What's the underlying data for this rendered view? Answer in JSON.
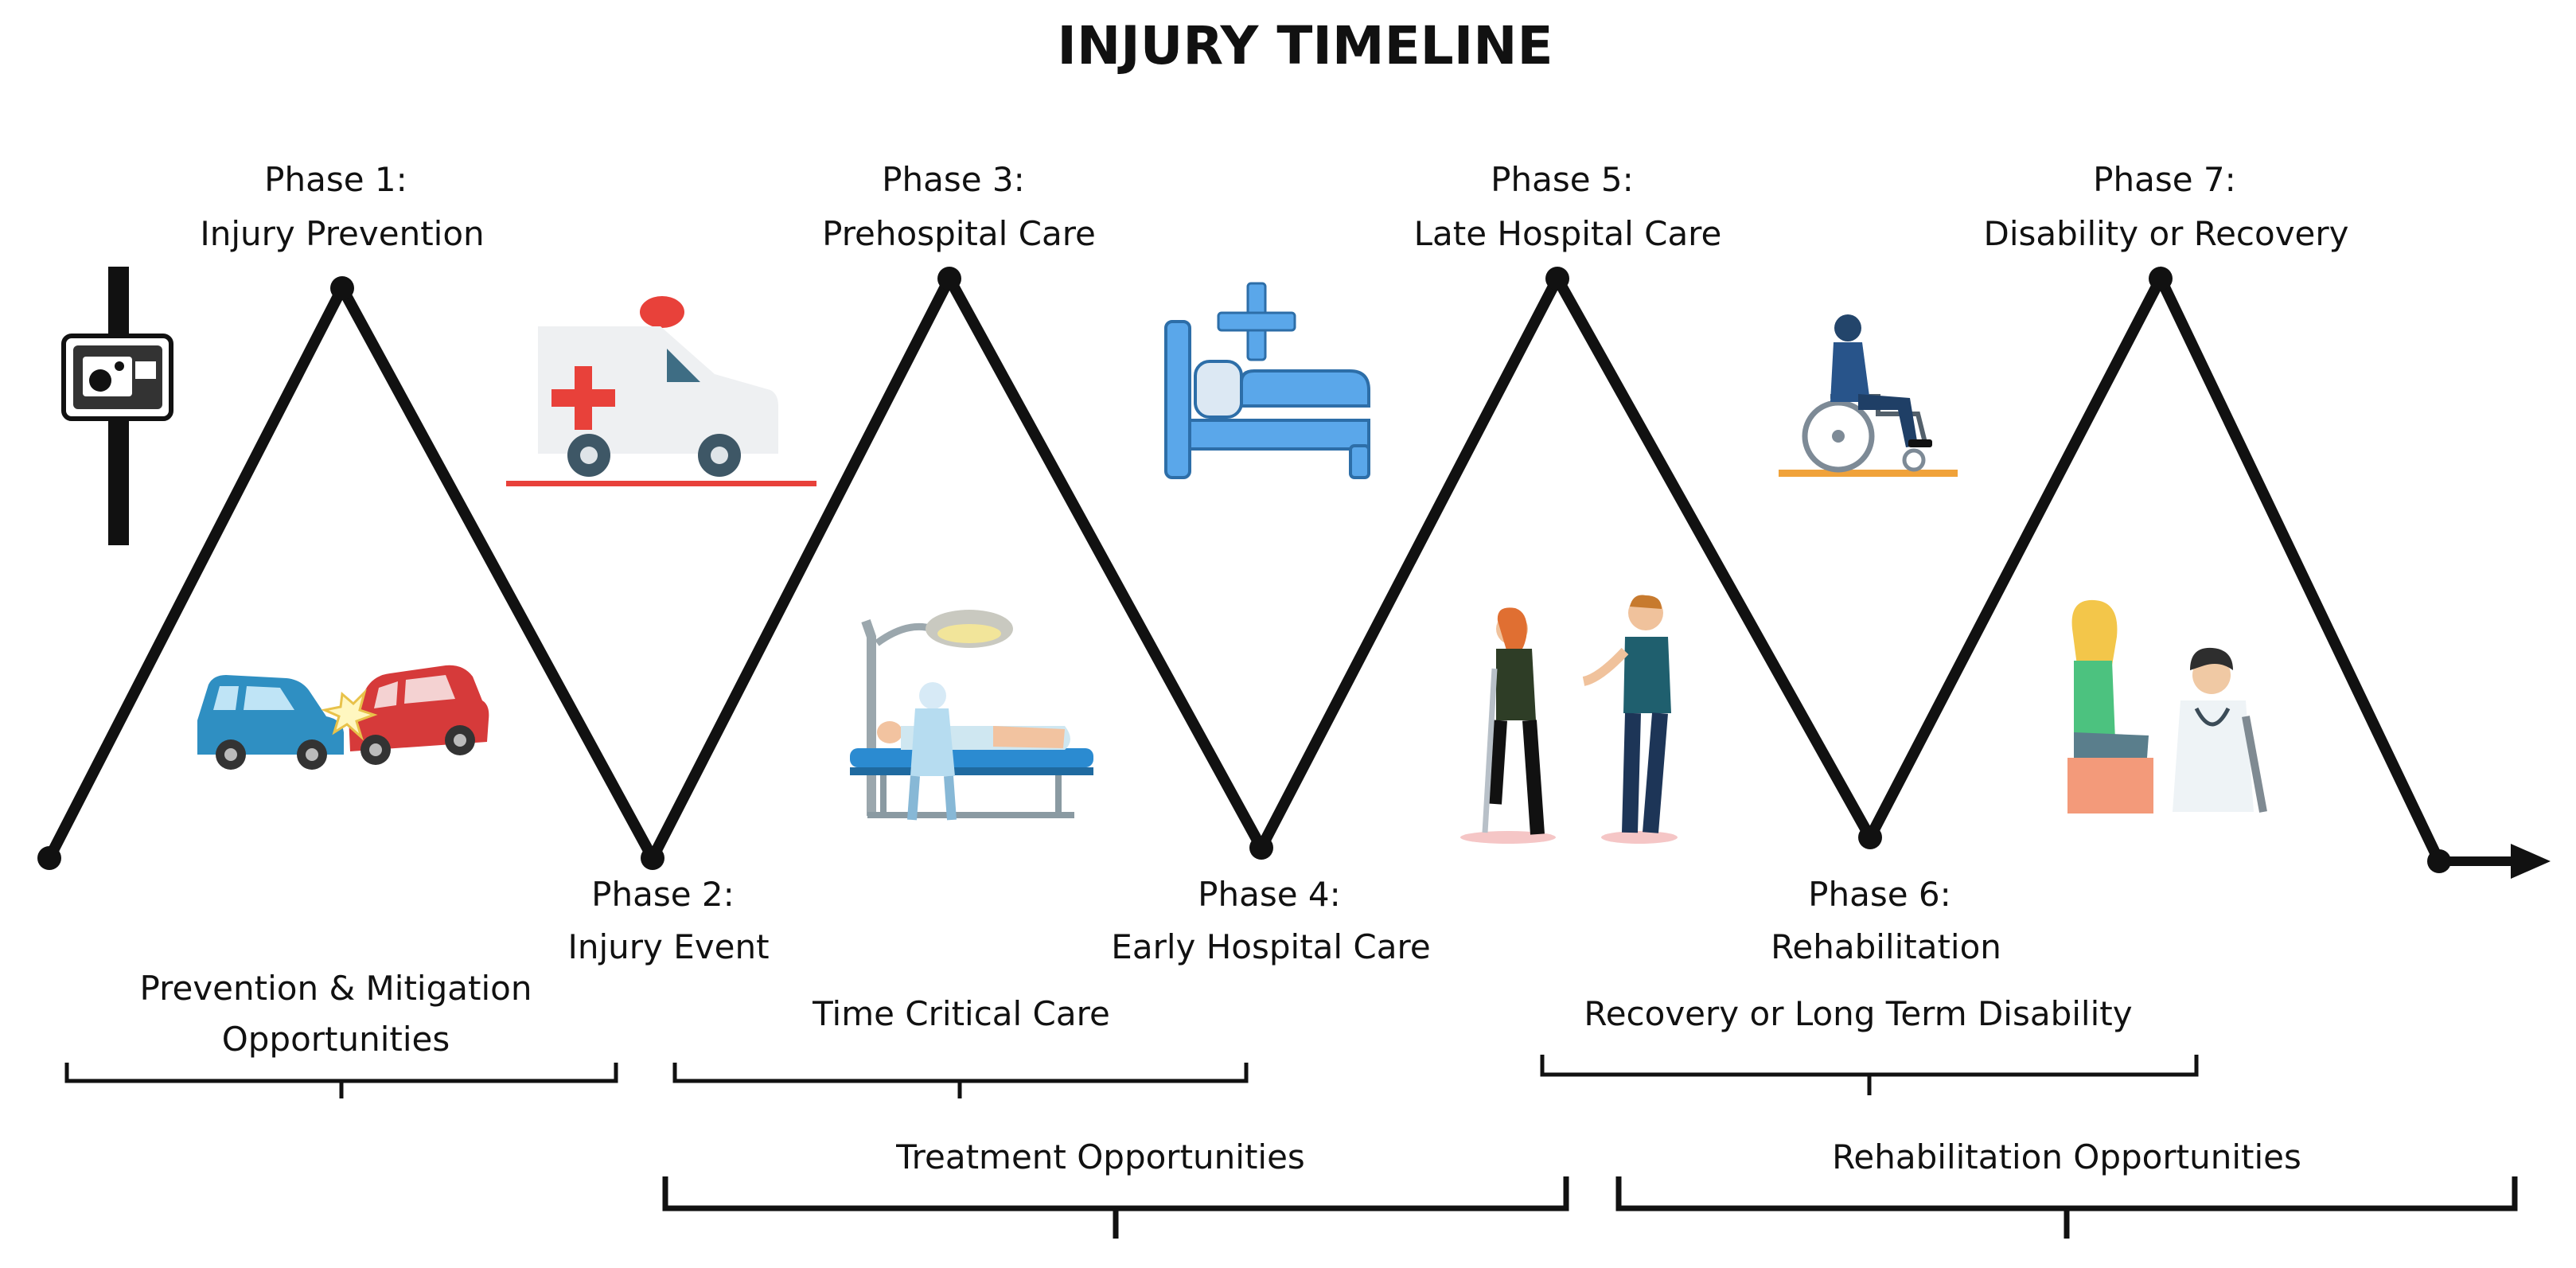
{
  "title": "INJURY TIMELINE",
  "phases": [
    {
      "number": "Phase 1:",
      "name": "Injury Prevention"
    },
    {
      "number": "Phase 2:",
      "name": "Injury Event"
    },
    {
      "number": "Phase 3:",
      "name": "Prehospital Care"
    },
    {
      "number": "Phase 4:",
      "name": "Early Hospital Care"
    },
    {
      "number": "Phase 5:",
      "name": "Late Hospital Care"
    },
    {
      "number": "Phase 6:",
      "name": "Rehabilitation"
    },
    {
      "number": "Phase 7:",
      "name": "Disability or Recovery"
    }
  ],
  "braces_upper": [
    {
      "line1": "Prevention & Mitigation",
      "line2": "Opportunities"
    },
    {
      "line1": "Time Critical Care"
    },
    {
      "line1": "Recovery or Long Term Disability"
    }
  ],
  "braces_lower": [
    {
      "line1": "Treatment Opportunities"
    },
    {
      "line1": "Rehabilitation Opportunities"
    }
  ],
  "illustrations": [
    "speed-camera-icon",
    "car-crash-icon",
    "ambulance-icon",
    "surgery-icon",
    "hospital-bed-icon",
    "walking-recovery-icon",
    "wheelchair-icon",
    "doctor-consultation-icon"
  ],
  "colors": {
    "line": "#111111",
    "ambulance_red": "#e8413a",
    "bed_blue": "#5aa7ea",
    "car_blue": "#2f8fc2",
    "car_red": "#d63a3a"
  }
}
